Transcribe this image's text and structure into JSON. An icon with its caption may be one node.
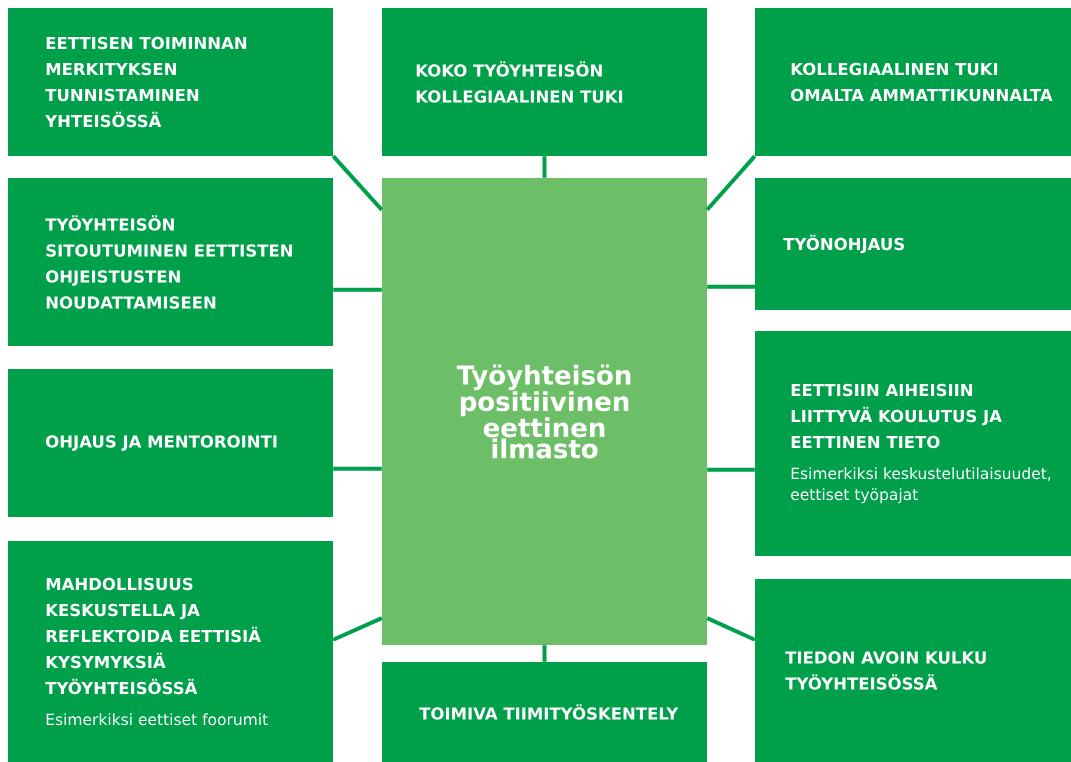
{
  "diagram": {
    "nodes": [
      {
        "text": [
          "Työyhteisön positiivinen eettinen ilmasto"
        ]
      },
      {
        "text": [
          "EETTISEN TOIMINNAN MERKITYKSEN TUNNISTAMINEN YHTEISÖSSÄ"
        ]
      },
      {
        "text": [
          "KOKO TYÖYHTEISÖN KOLLEGIAALINEN TUKI"
        ]
      },
      {
        "text": [
          "KOLLEGIAALINEN TUKI OMALTA AMMATTIKUNNALTA"
        ]
      },
      {
        "text": [
          "TYÖYHTEISÖN SITOUTUMINEN EETTISTEN OHJEISTUSTEN NOUDATTAMISEEN"
        ]
      },
      {
        "text": [
          "TYÖNOHJAUS"
        ]
      },
      {
        "text": [
          "OHJAUS JA MENTOROINTI"
        ]
      },
      {
        "text": [
          "EETTISIIN AIHEISIIN LIITTYVÄ KOULUTUS JA EETTINEN TIETO",
          "Esimerkiksi keskustelutilaisuudet, eettiset työpajat"
        ]
      },
      {
        "text": [
          "MAHDOLLISUUS KESKUSTELLA JA REFLEKTOIDA EETTISIÄ KYSYMYKSIÄ TYÖYHTEISÖSSÄ",
          "Esimerkiksi eettiset foorumit"
        ]
      },
      {
        "text": [
          "TOIMIVA TIIMITYÖSKENTELY"
        ]
      },
      {
        "text": [
          "TIEDON AVOIN KULKU TYÖYHTEISÖSSÄ"
        ]
      }
    ],
    "edges": [
      {
        "from": 0,
        "to": 1,
        "arrow": "none"
      },
      {
        "from": 0,
        "to": 2,
        "arrow": "none"
      },
      {
        "from": 0,
        "to": 3,
        "arrow": "none"
      },
      {
        "from": 0,
        "to": 4,
        "arrow": "none"
      },
      {
        "from": 0,
        "to": 5,
        "arrow": "none"
      },
      {
        "from": 0,
        "to": 6,
        "arrow": "none"
      },
      {
        "from": 0,
        "to": 7,
        "arrow": "none"
      },
      {
        "from": 0,
        "to": 8,
        "arrow": "none"
      },
      {
        "from": 0,
        "to": 9,
        "arrow": "none"
      },
      {
        "from": 0,
        "to": 10,
        "arrow": "none"
      }
    ]
  }
}
